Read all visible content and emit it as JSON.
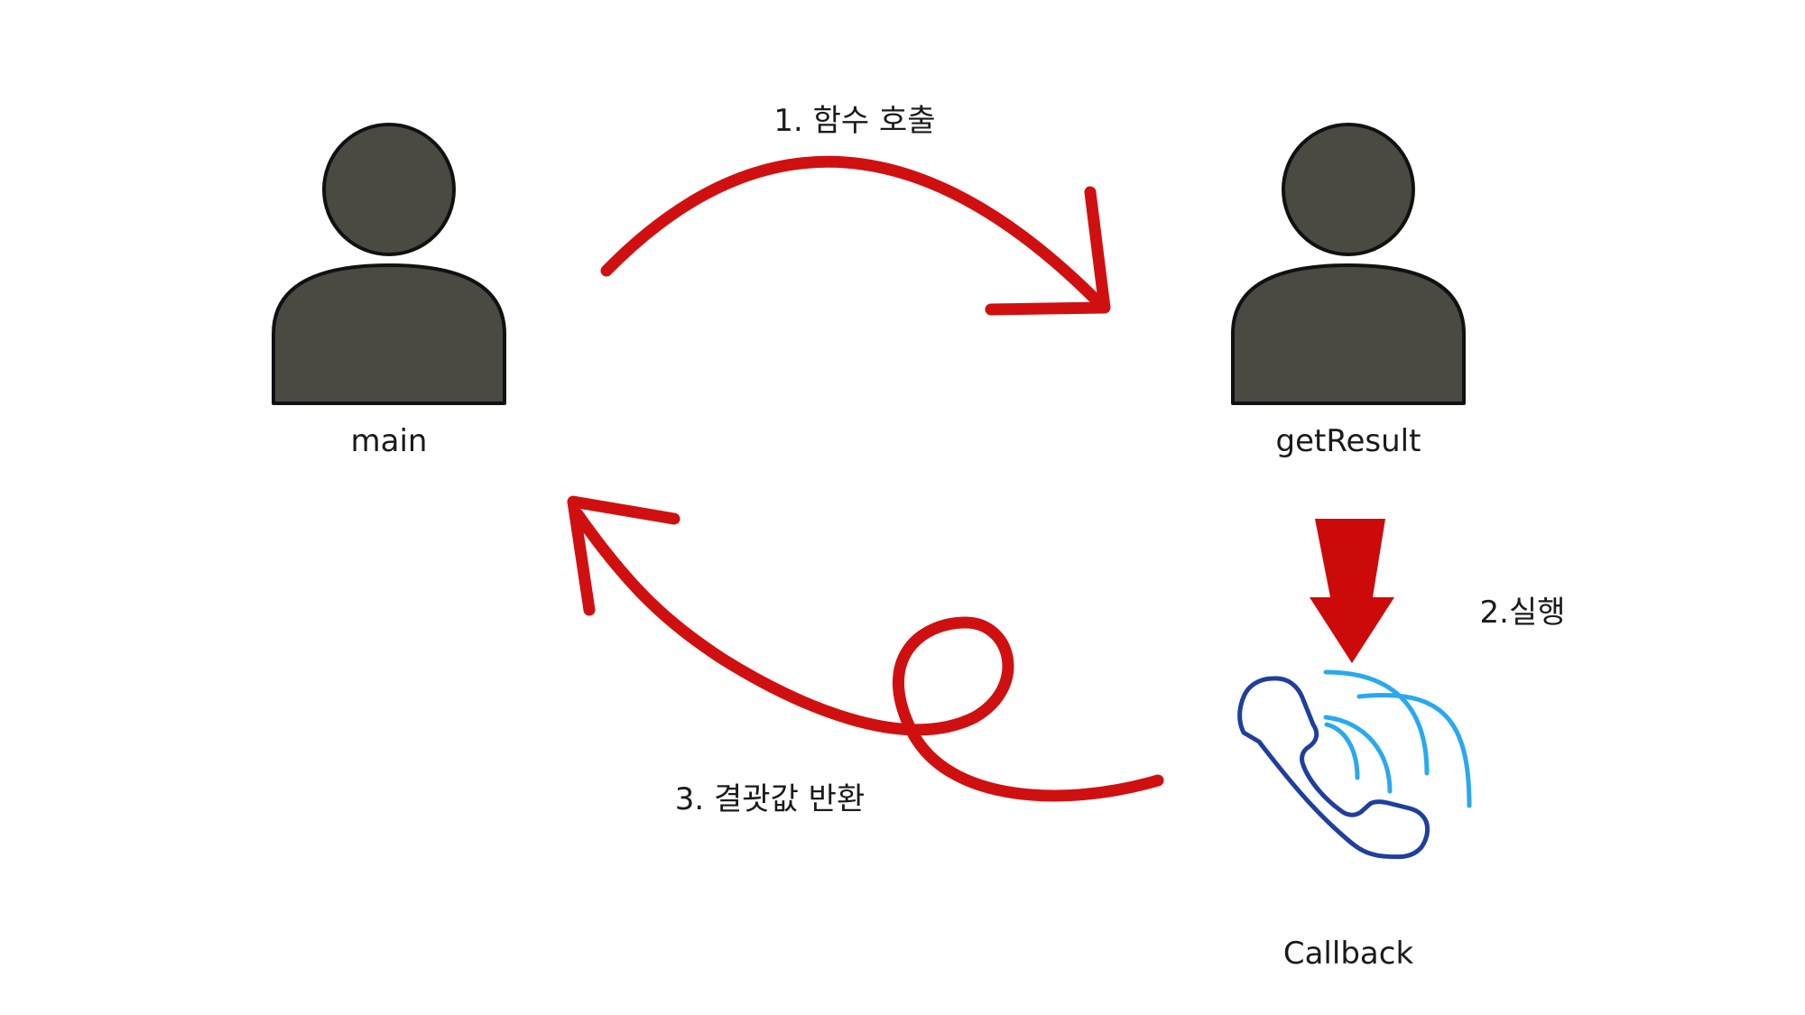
{
  "nodes": {
    "main": {
      "label": "main"
    },
    "get_result": {
      "label": "getResult"
    },
    "callback": {
      "label": "Callback"
    }
  },
  "edges": {
    "call": {
      "label": "1. 함수 호출"
    },
    "execute": {
      "label": "2.실행"
    },
    "return": {
      "label": "3. 결괏값 반환"
    }
  },
  "colors": {
    "person_fill": "#4b4a42",
    "person_stroke": "#111111",
    "arrow_red": "#d01010",
    "phone_handset": "#1f3f9e",
    "phone_waves": "#2aa8ef",
    "text": "#1a1a1a"
  },
  "icons": {
    "main": "person-icon",
    "get_result": "person-icon",
    "callback": "phone-ringing-icon"
  }
}
